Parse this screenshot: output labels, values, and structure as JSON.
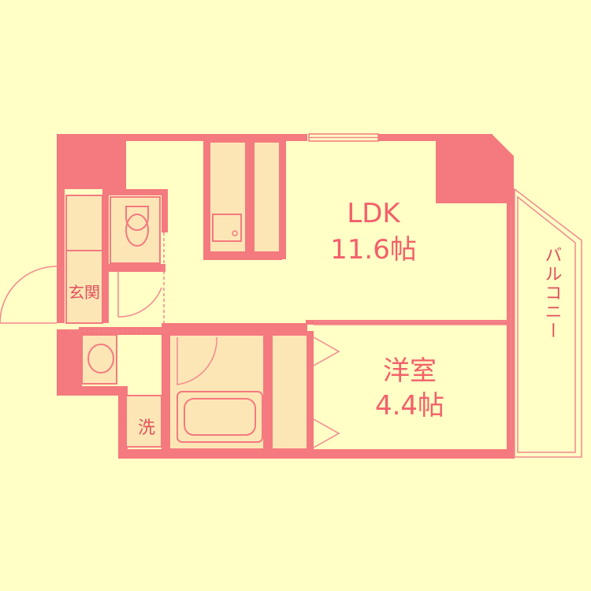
{
  "rooms": {
    "ldk": {
      "name": "LDK",
      "size": "11.6帖"
    },
    "western": {
      "name": "洋室",
      "size": "4.4帖"
    },
    "entrance": {
      "name": "玄関"
    },
    "laundry": {
      "name": "洗"
    },
    "balcony": {
      "name": "バルコニー"
    }
  },
  "colors": {
    "background": "#ffffc6",
    "wall": "#f47a7f",
    "fixture_fill": "#fde6b6",
    "label": "#f2606a"
  }
}
